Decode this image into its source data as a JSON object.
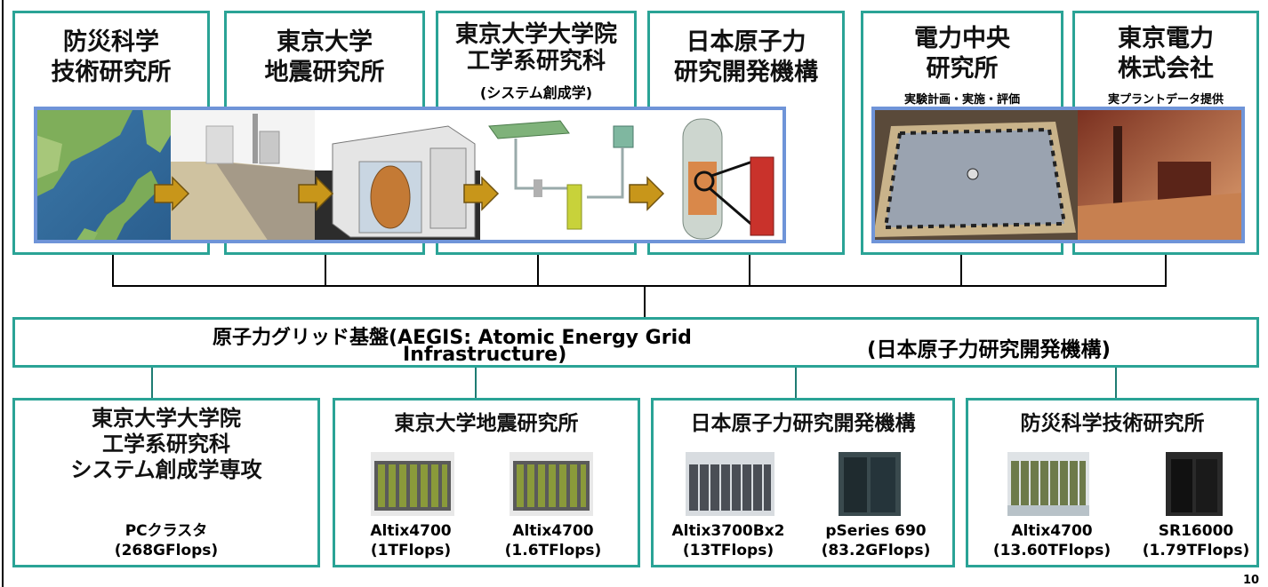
{
  "top_orgs": [
    {
      "name": "防災科学\n技術研究所"
    },
    {
      "name": "東京大学\n地震研究所"
    },
    {
      "name": "東京大学大学院\n工学系研究科",
      "sub": "(システム創成学)"
    },
    {
      "name": "日本原子力\n研究開発機構"
    },
    {
      "name": "電力中央\n研究所",
      "sub": "実験計画・実施・評価"
    },
    {
      "name": "東京電力\n株式会社",
      "sub": "実プラントデータ提供"
    }
  ],
  "grid": {
    "title_line1": "原子力グリッド基盤(AEGIS: Atomic Energy Grid",
    "title_line2": "Infrastructure)",
    "operator": "(日本原子力研究開発機構)"
  },
  "bottom_sites": [
    {
      "name": "東京大学大学院\n工学系研究科\nシステム創成学専攻",
      "machines": [
        {
          "label": "PCクラスタ\n(268GFlops)"
        }
      ]
    },
    {
      "name": "東京大学地震研究所",
      "machines": [
        {
          "label": "Altix4700\n(1TFlops)"
        },
        {
          "label": "Altix4700\n(1.6TFlops)"
        }
      ]
    },
    {
      "name": "日本原子力研究開発機構",
      "machines": [
        {
          "label": "Altix3700Bx2\n(13TFlops)"
        },
        {
          "label": "pSeries 690\n(83.2GFlops)"
        }
      ]
    },
    {
      "name": "防災科学技術研究所",
      "machines": [
        {
          "label": "Altix4700\n(13.60TFlops)"
        },
        {
          "label": "SR16000\n(1.79TFlops)"
        }
      ]
    }
  ],
  "page_number": "10",
  "colors": {
    "teal_border": "#2aa396",
    "strip_frame": "#6f94d8",
    "arrow": "#c8961a"
  }
}
